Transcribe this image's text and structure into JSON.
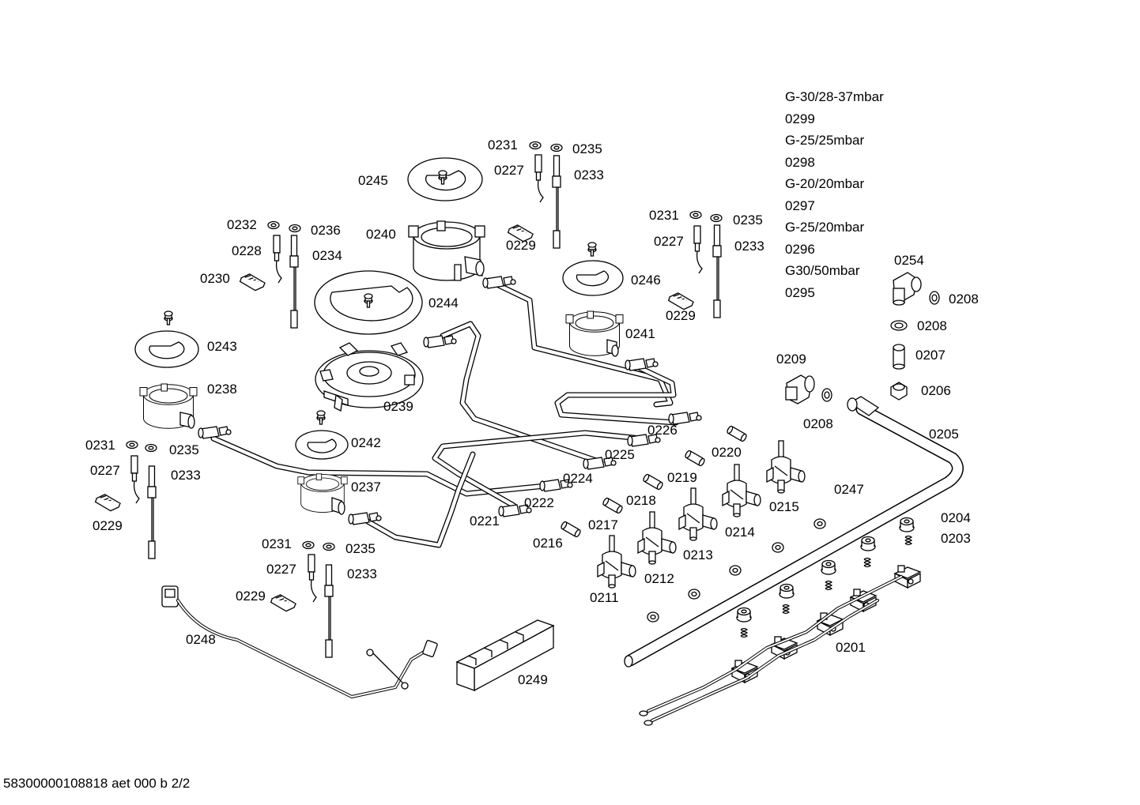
{
  "legend": [
    "G-30/28-37mbar",
    "0299",
    "G-25/25mbar",
    "0298",
    "G-20/20mbar",
    "0297",
    "G-25/20mbar",
    "0296",
    "G30/50mbar",
    "0295"
  ],
  "footer": "58300000108818 aet 000 b 2/2",
  "labels": {
    "p0231a": "0231",
    "p0235a": "0235",
    "p0227a": "0227",
    "p0233a": "0233",
    "p0229a": "0229",
    "p0245": "0245",
    "p0240": "0240",
    "p0232": "0232",
    "p0236": "0236",
    "p0228": "0228",
    "p0234": "0234",
    "p0230": "0230",
    "p0244": "0244",
    "p0231b": "0231",
    "p0235b": "0235",
    "p0227b": "0227",
    "p0233b": "0233",
    "p0229b": "0229",
    "p0246": "0246",
    "p0241": "0241",
    "p0243": "0243",
    "p0238": "0238",
    "p0239": "0239",
    "p0231c": "0231",
    "p0235c": "0235",
    "p0227c": "0227",
    "p0233c": "0233",
    "p0229c": "0229",
    "p0242": "0242",
    "p0237": "0237",
    "p0231d": "0231",
    "p0235d": "0235",
    "p0227d": "0227",
    "p0233d": "0233",
    "p0229d": "0229",
    "p0248": "0248",
    "p0249": "0249",
    "p0226": "0226",
    "p0225": "0225",
    "p0224": "0224",
    "p0222": "0222",
    "p0221": "0221",
    "p0216": "0216",
    "p0217": "0217",
    "p0218": "0218",
    "p0219": "0219",
    "p0220": "0220",
    "p0211": "0211",
    "p0212": "0212",
    "p0213": "0213",
    "p0214": "0214",
    "p0215": "0215",
    "p0209": "0209",
    "p0208a": "0208",
    "p0254": "0254",
    "p0208b": "0208",
    "p0208c": "0208",
    "p0207": "0207",
    "p0206": "0206",
    "p0205": "0205",
    "p0247": "0247",
    "p0204": "0204",
    "p0203": "0203",
    "p0201": "0201"
  }
}
